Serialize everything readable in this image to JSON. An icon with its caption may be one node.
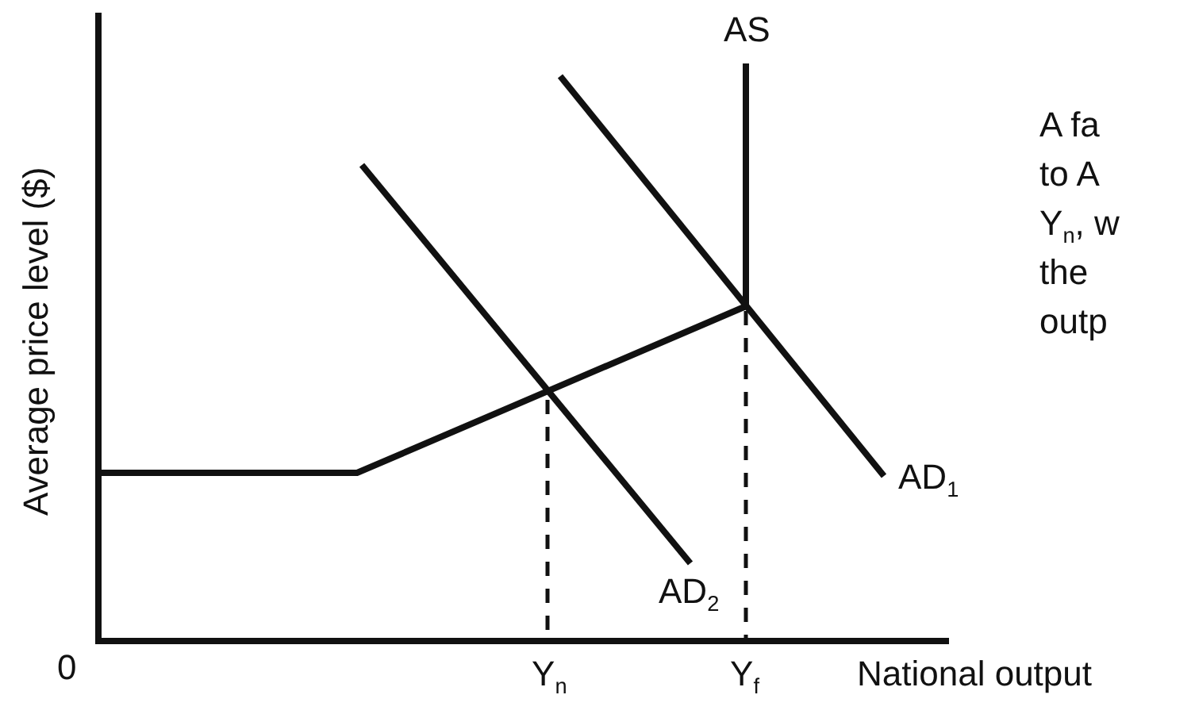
{
  "diagram": {
    "labels": [
      "AS",
      "A fa",
      "to A",
      "Y$_{n}$, w",
      "the",
      "outp",
      "Average price level ($)",
      "AD$_{1}$",
      "AD$_{2}$",
      "0",
      "Y$_{n}$",
      "Y$_{f}$",
      "National output"
    ]
  }
}
